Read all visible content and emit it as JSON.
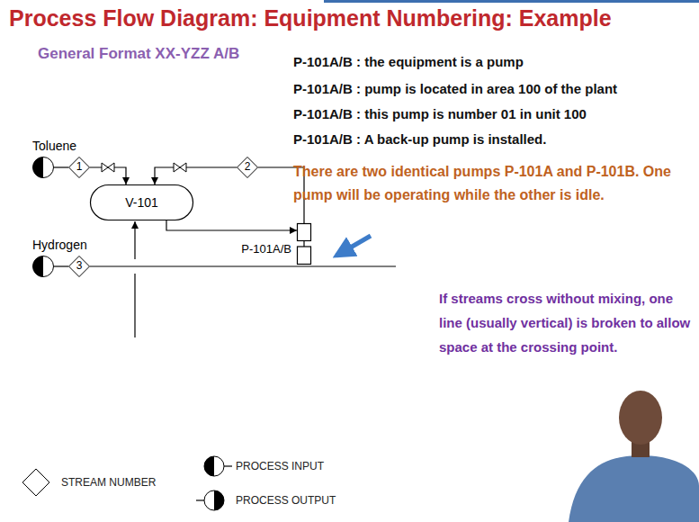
{
  "diagram": {
    "title": "Process Flow Diagram: Equipment Numbering: Example",
    "nodes": [
      {
        "text": [
          "Toluene"
        ]
      },
      {
        "text": [
          "1"
        ]
      },
      {
        "text": [
          "V-101"
        ]
      },
      {
        "text": [
          "2"
        ]
      },
      {
        "text": [
          "Hydrogen"
        ]
      },
      {
        "text": [
          "3"
        ]
      },
      {
        "text": [
          "P-101A/B"
        ]
      }
    ],
    "edges": [
      {
        "from": 0,
        "to": 1,
        "arrow": "none"
      },
      {
        "from": 1,
        "to": 2,
        "arrow": "to"
      },
      {
        "from": 2,
        "to": 6,
        "arrow": "to"
      },
      {
        "from": 6,
        "to": 3,
        "arrow": "none"
      },
      {
        "from": 3,
        "to": 2,
        "arrow": "to"
      },
      {
        "from": 4,
        "to": 5,
        "arrow": "none"
      }
    ],
    "labels": [
      "General Format XX-YZZ A/B",
      "P-101A/B : the equipment is a pump",
      "P-101A/B : pump is located in area 100 of the plant",
      "P-101A/B : this pump is number 01 in unit 100",
      "P-101A/B : A back-up pump is installed.",
      "There are two identical pumps P-101A and P-101B. One pump will be operating while the other is idle.",
      "If streams cross without mixing, one line (usually vertical) is broken to allow space at the crossing point."
    ],
    "legend": [
      {
        "text": "STREAM NUMBER"
      },
      {
        "text": "PROCESS INPUT"
      },
      {
        "text": "PROCESS OUTPUT"
      }
    ]
  }
}
